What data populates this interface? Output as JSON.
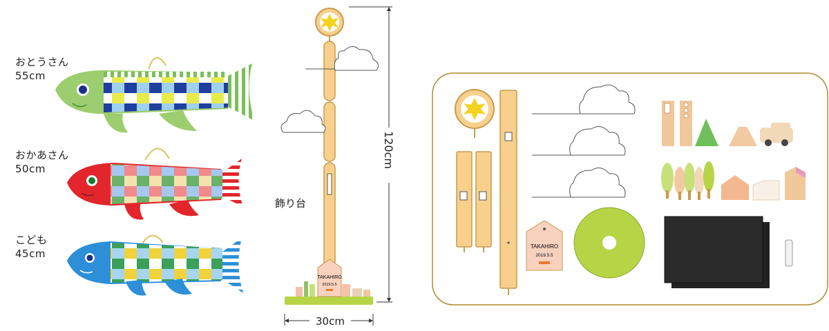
{
  "koi": [
    {
      "name": "おとうさん",
      "size": "55cm",
      "color": "green"
    },
    {
      "name": "おかあさん",
      "size": "50cm",
      "color": "red"
    },
    {
      "name": "こども",
      "size": "45cm",
      "color": "blue"
    }
  ],
  "stand": {
    "height_label": "120cm",
    "width_label": "30cm",
    "base_label": "飾り台",
    "tag_name": "TAKAHIRO",
    "tag_date": "2019.5.5"
  },
  "kit": {
    "tag_name": "TAKAHIRO",
    "tag_date": "2019.5.5"
  },
  "colors": {
    "wood": "#f6d08c",
    "wood_stroke": "#c99a4c",
    "lime": "#b6d445",
    "green_koi": "#9ccd6e",
    "red_koi": "#e2262b",
    "blue_koi": "#2c8fd8",
    "frame": "#b08a2e"
  }
}
